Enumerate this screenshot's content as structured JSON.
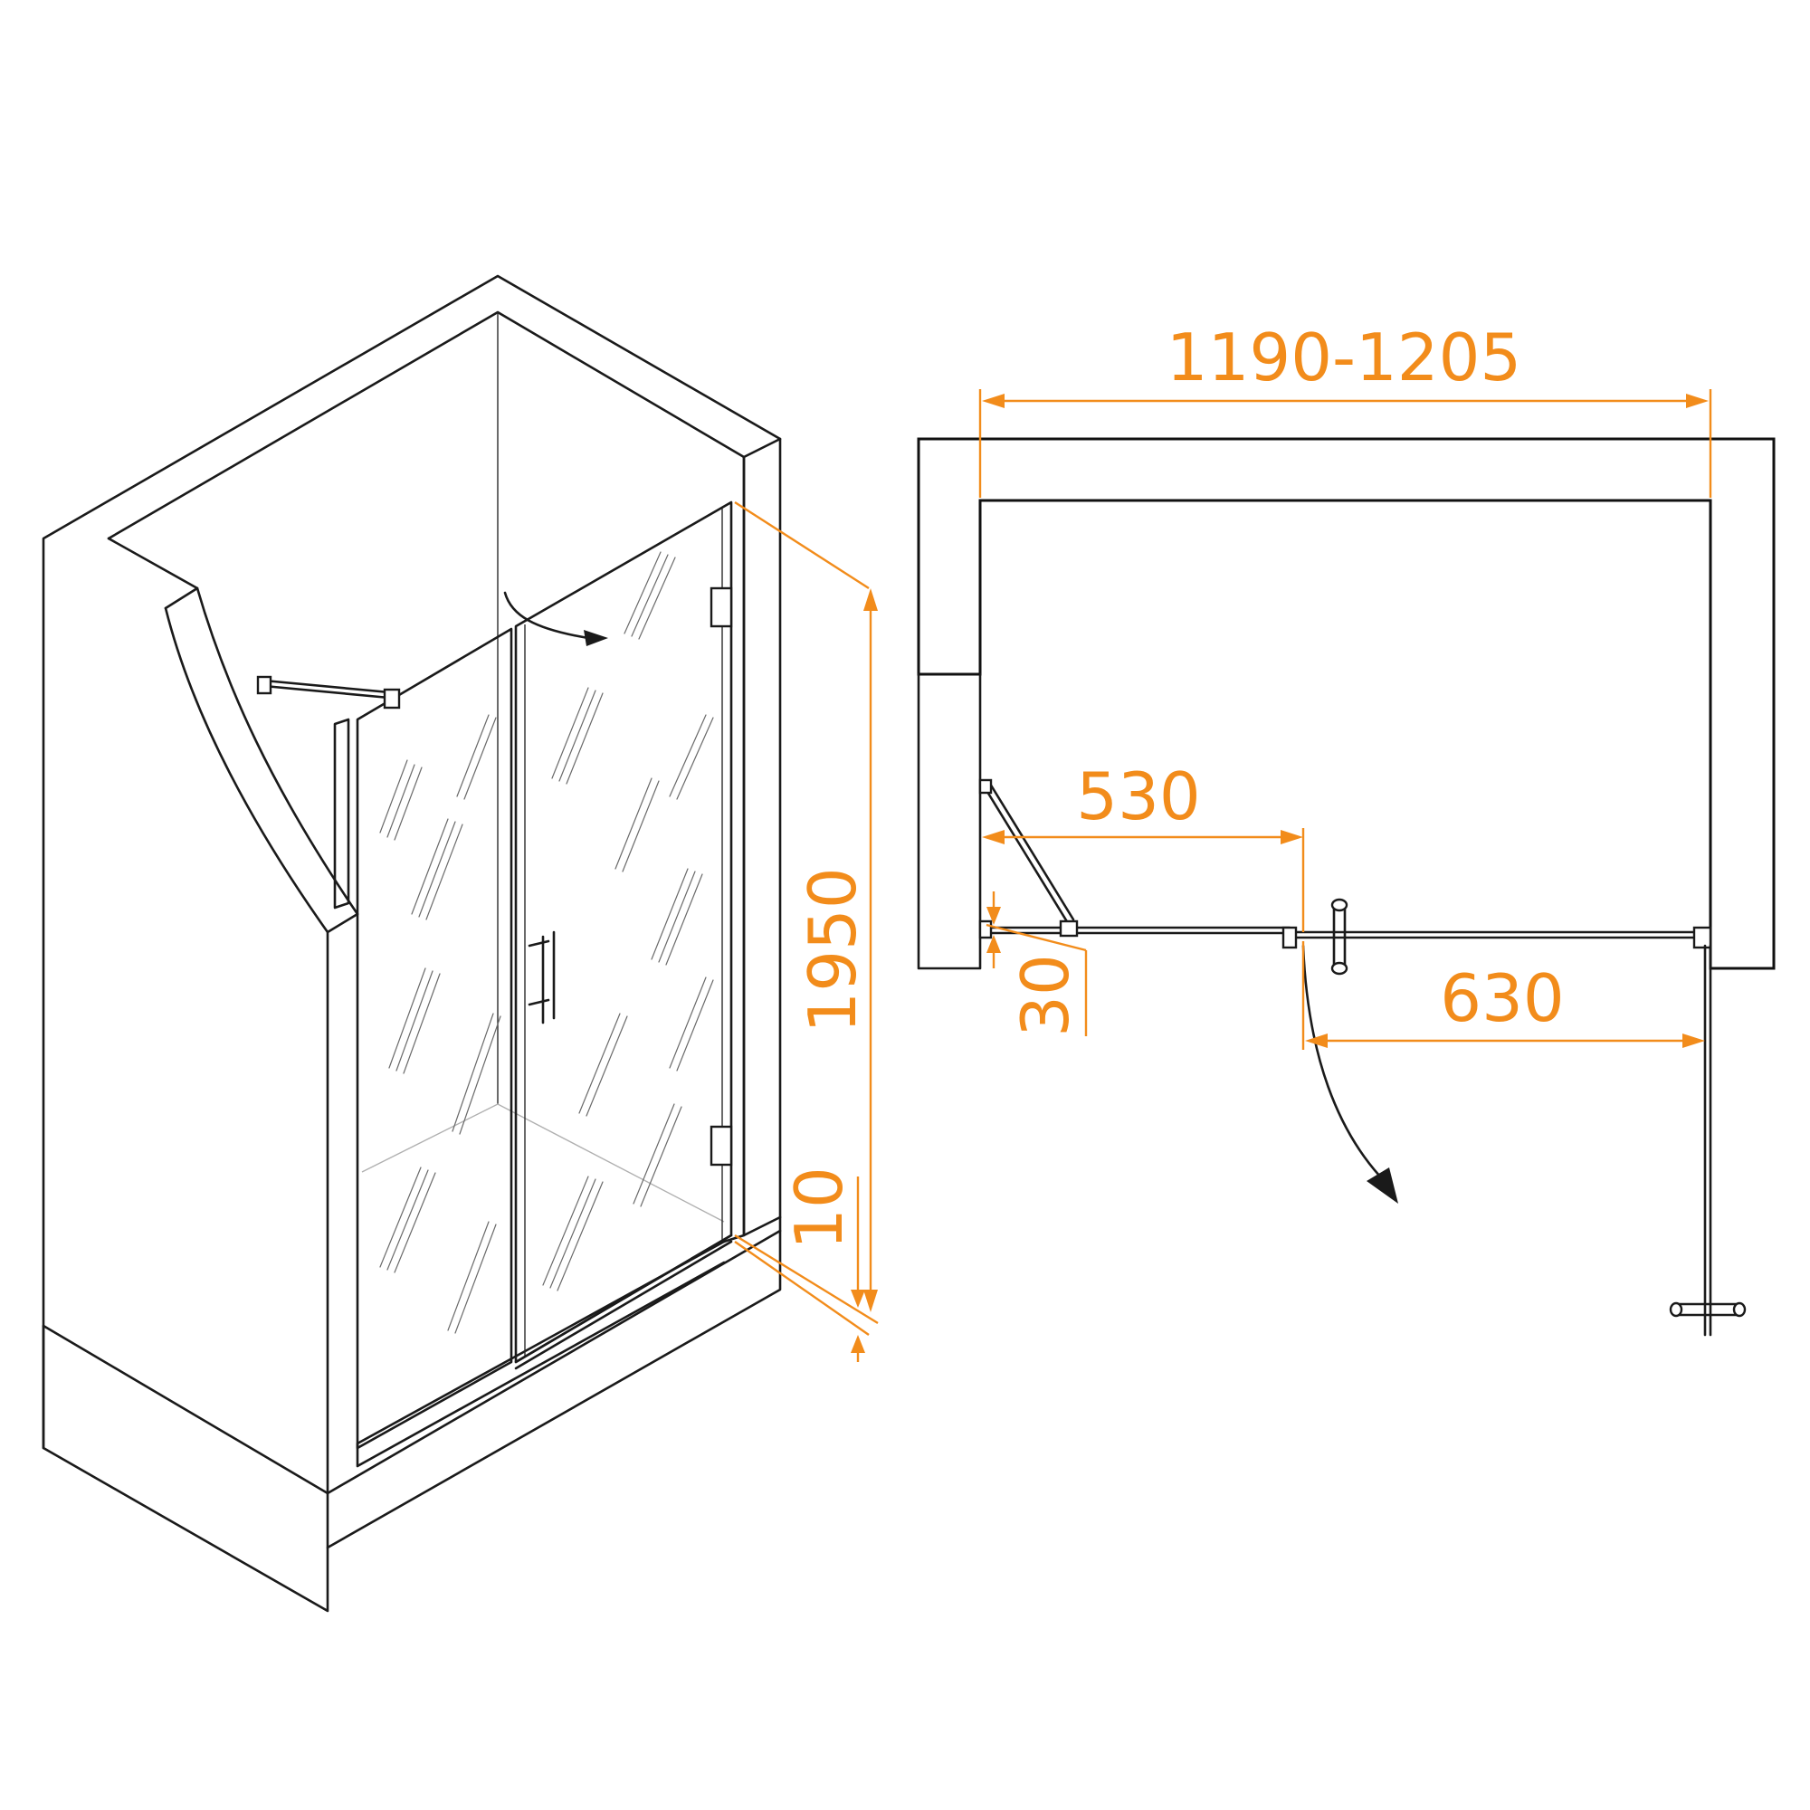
{
  "dimensions": {
    "width_range": "1190-1205",
    "fixed_panel": "530",
    "door": "630",
    "height": "1950",
    "gap": "10",
    "offset": "30"
  },
  "colors": {
    "dimension": "#f28c1b",
    "line": "#1a1a1a",
    "background": "#ffffff"
  },
  "icons": {
    "swing_arrow": "curved-arrow-icon",
    "handle": "bar-handle-icon",
    "hinge": "hinge-icon"
  }
}
